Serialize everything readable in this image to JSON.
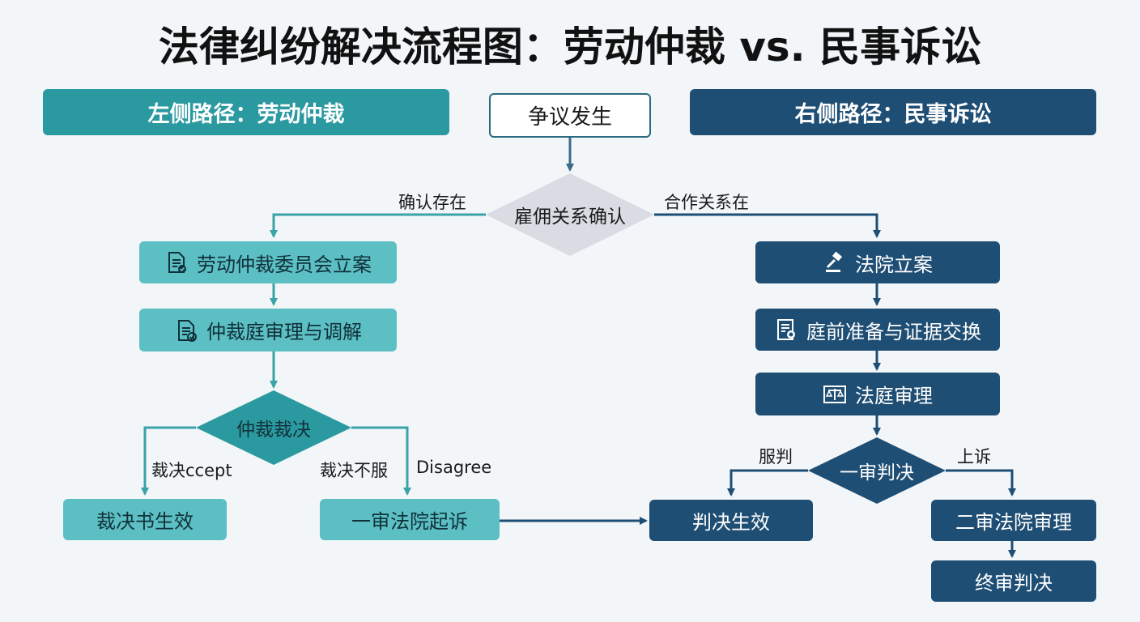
{
  "title": "法律纠纷解决流程图：劳动仲裁 vs. 民事诉讼",
  "headers": {
    "left": "左侧路径：劳动仲裁",
    "right": "右侧路径：民事诉讼"
  },
  "start": "争议发生",
  "decision_main": "雇佣关系确认",
  "branch_left": "确认存在",
  "branch_right": "合作关系在",
  "left_path": {
    "step1": "劳动仲裁委员会立案",
    "step2": "仲裁庭审理与调解",
    "decision": "仲裁裁决",
    "accept": "裁决ccept",
    "reject": "裁决不服",
    "disagree": "Disagree",
    "result_accept": "裁决书生效",
    "result_reject": "一审法院起诉"
  },
  "right_path": {
    "step1": "法院立案",
    "step2": "庭前准备与证据交换",
    "step3": "法庭审理",
    "decision": "一审判决",
    "accept": "服判",
    "appeal": "上诉",
    "effective": "判决生效",
    "second_trial": "二审法院审理",
    "final": "终审判决"
  },
  "icons": {
    "left_step1": "document-check-icon",
    "left_step2": "document-check-icon",
    "right_step1": "gavel-icon",
    "right_step2": "certificate-icon",
    "right_step3": "scales-icon"
  },
  "colors": {
    "teal_dark": "#2b9aa0",
    "teal": "#5cbfc3",
    "navy": "#1f4e74",
    "decision_gray": "#d9dde3"
  }
}
